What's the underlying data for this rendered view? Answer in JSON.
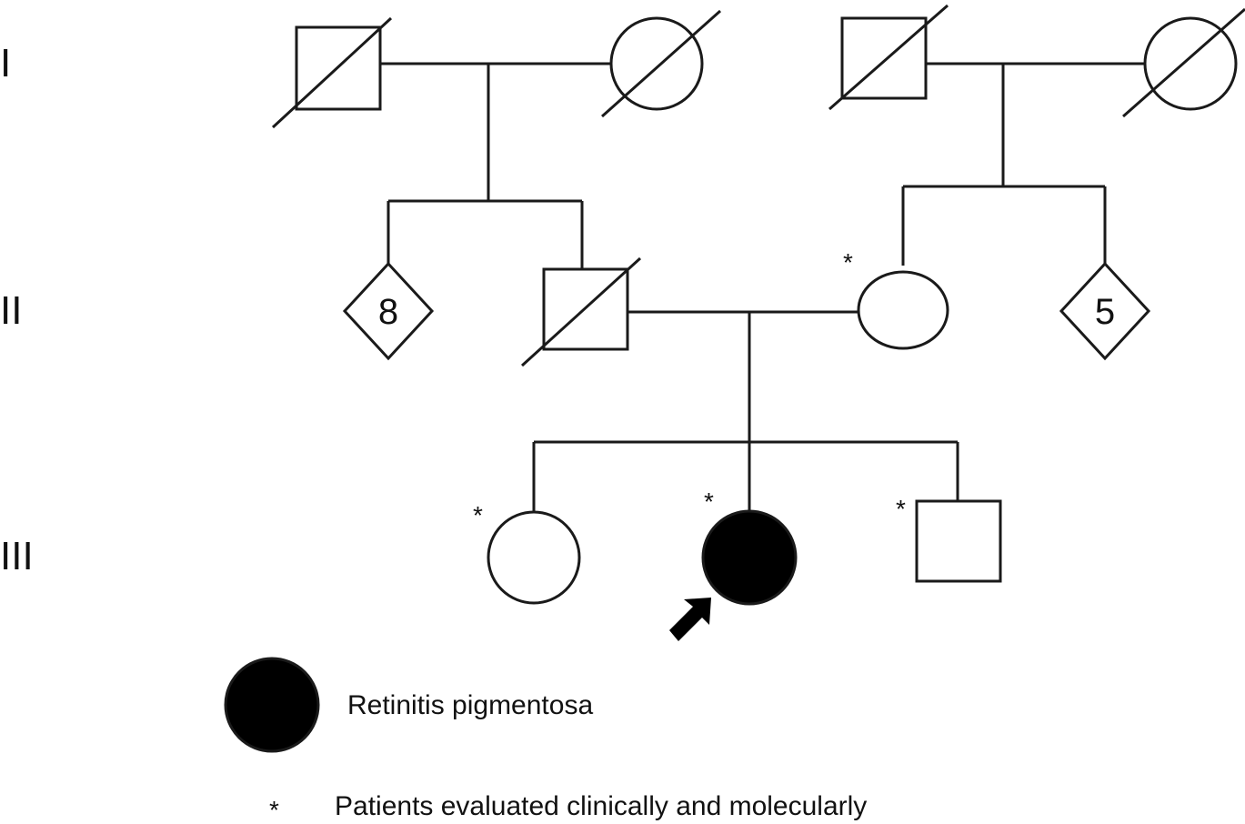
{
  "generations": [
    "I",
    "II",
    "III"
  ],
  "individuals": {
    "sibs_paternal_count": "8",
    "sibs_maternal_count": "5",
    "evaluated_mark": "*"
  },
  "legend": {
    "affected_label": "Retinitis pigmentosa",
    "evaluated_mark": "*",
    "evaluated_label": "Patients evaluated clinically and molecularly"
  },
  "colors": {
    "line": "#1a1a1a",
    "affected_fill": "#000000",
    "unaffected_fill": "#ffffff"
  }
}
